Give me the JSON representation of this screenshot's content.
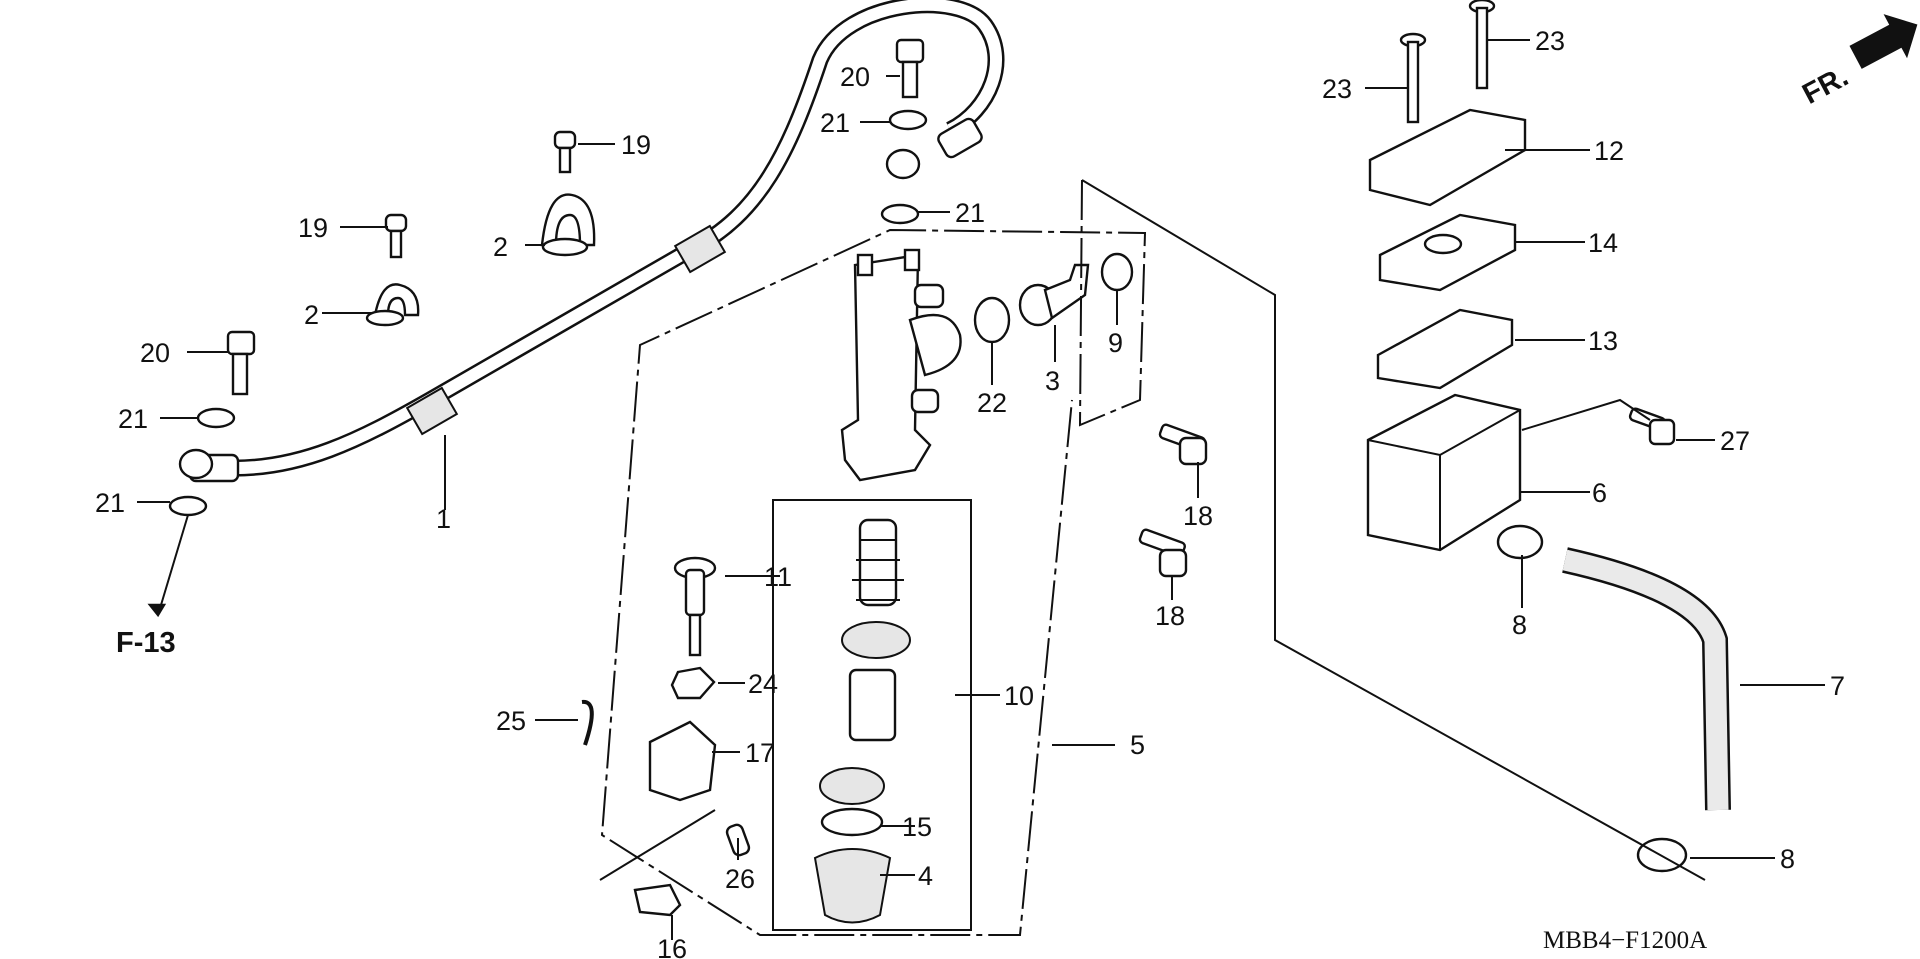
{
  "diagram": {
    "code": "MBB4−F1200A",
    "direction_label": "FR.",
    "ref_label": "F-13",
    "callouts": [
      "1",
      "2",
      "2",
      "3",
      "4",
      "5",
      "6",
      "7",
      "8",
      "8",
      "9",
      "10",
      "11",
      "12",
      "13",
      "14",
      "15",
      "16",
      "17",
      "18",
      "18",
      "19",
      "19",
      "20",
      "20",
      "21",
      "21",
      "21",
      "21",
      "22",
      "23",
      "23",
      "24",
      "25",
      "26",
      "27"
    ]
  }
}
